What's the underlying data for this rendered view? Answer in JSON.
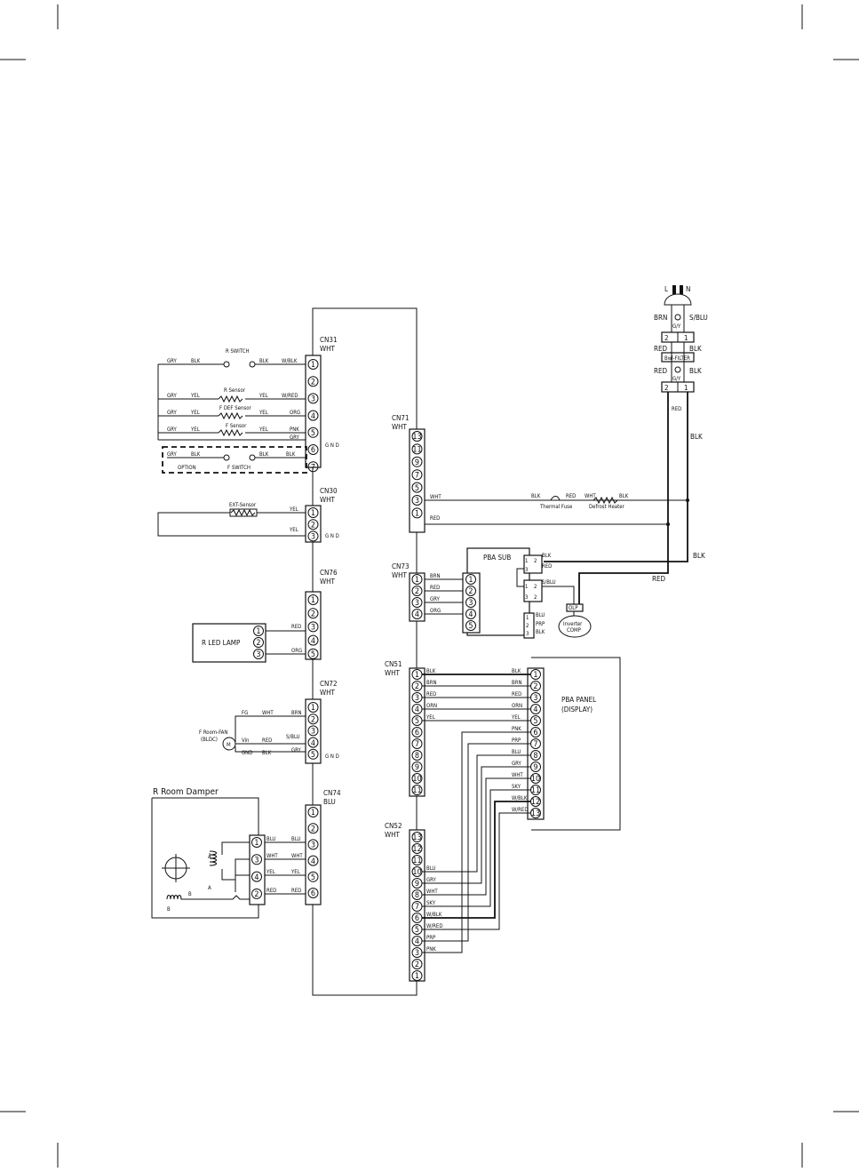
{
  "crop_mark_color": "#111111",
  "main_board": {
    "connectors": {
      "cn31": {
        "name": "CN31",
        "color": "WHT",
        "gnd": "G N D",
        "pins": [
          "1",
          "2",
          "3",
          "4",
          "5",
          "6",
          "7"
        ]
      },
      "cn30": {
        "name": "CN30",
        "color": "WHT",
        "gnd": "G N D",
        "pins": [
          "1",
          "2",
          "3"
        ]
      },
      "cn76": {
        "name": "CN76",
        "color": "WHT",
        "pins": [
          "1",
          "2",
          "3",
          "4",
          "5"
        ]
      },
      "cn72": {
        "name": "CN72",
        "color": "WHT",
        "gnd": "G N D",
        "pins": [
          "1",
          "2",
          "3",
          "4",
          "5"
        ]
      },
      "cn74": {
        "name": "CN74",
        "color": "BLU",
        "pins": [
          "1",
          "2",
          "3",
          "4",
          "5",
          "6"
        ]
      },
      "cn71": {
        "name": "CN71",
        "color": "WHT",
        "pins": [
          "13",
          "11",
          "9",
          "7",
          "5",
          "3",
          "1"
        ]
      },
      "cn73": {
        "name": "CN73",
        "color": "WHT",
        "pins": [
          "1",
          "2",
          "3",
          "4"
        ]
      },
      "cn51": {
        "name": "CN51",
        "color": "WHT",
        "pins": [
          "1",
          "2",
          "3",
          "4",
          "5",
          "6",
          "7",
          "8",
          "9",
          "10",
          "11"
        ]
      },
      "cn52": {
        "name": "CN52",
        "color": "WHT",
        "pins": [
          "13",
          "12",
          "11",
          "10",
          "9",
          "8",
          "7",
          "6",
          "5",
          "4",
          "3",
          "2",
          "1"
        ]
      }
    }
  },
  "cn31_wiring": {
    "r_switch": "R SWITCH",
    "f_switch": "F SWITCH",
    "option": "OPTION",
    "sensors": [
      "R Sensor",
      "F DEF Sensor",
      "F Sensor"
    ],
    "row1": [
      "GRY",
      "BLK",
      "BLK",
      "W/BLK"
    ],
    "row3": [
      "GRY",
      "YEL",
      "YEL",
      "W/RED"
    ],
    "row4": [
      "GRY",
      "YEL",
      "YEL",
      "ORG"
    ],
    "row5": [
      "GRY",
      "YEL",
      "YEL",
      "PNK"
    ],
    "row6": [
      "GRY"
    ],
    "row7": [
      "GRY",
      "BLK",
      "BLK",
      "BLK"
    ]
  },
  "cn30_wiring": {
    "sensor": "EXT-Sensor",
    "w1": "YEL",
    "w3": "YEL"
  },
  "led": {
    "title": "R LED LAMP",
    "pins": [
      "1",
      "2",
      "3"
    ],
    "w3": "RED",
    "w5": "ORG"
  },
  "fan": {
    "title1": "F Room-FAN",
    "title2": "(BLDC)",
    "motor": "M",
    "fg": "FG",
    "vin": "Vin",
    "gnd": "GND",
    "w1a": "WHT",
    "w1b": "BRN",
    "w4a": "RED",
    "w4b": "S/BLU",
    "w5a": "BLK",
    "w5b": "GRY"
  },
  "damper": {
    "title": "R Room Damper",
    "pins": [
      "1",
      "3",
      "4",
      "2"
    ],
    "wa": [
      "BLU",
      "WHT",
      "YEL",
      "RED"
    ],
    "wb": [
      "BLU",
      "WHT",
      "YEL",
      "RED"
    ],
    "coil_a_bar": "Ā",
    "coil_a": "A",
    "coil_b": "B",
    "coil_b2": "B"
  },
  "cn71_wiring": {
    "w3": "WHT",
    "w1": "RED",
    "fuse_blk": "BLK",
    "fuse_red": "RED",
    "heater_wht": "WHT",
    "heater_blk": "BLK",
    "thermal_fuse": "Thermal Fuse",
    "defrost_heater": "Defrost Heater",
    "red_long": "RED",
    "blk_long": "BLK"
  },
  "power": {
    "l": "L",
    "n": "N",
    "brn": "BRN",
    "sblu": "S/BLU",
    "gy": "G/Y",
    "gy2": "G/Y",
    "block1": [
      "2",
      "1"
    ],
    "block2": [
      "2",
      "1"
    ],
    "red1": "RED",
    "blk1": "BLK",
    "red2": "RED",
    "blk2": "BLK",
    "filter": "Bwl-FILTER"
  },
  "pba_sub": {
    "title": "PBA SUB",
    "pins": [
      "1",
      "2",
      "3",
      "4",
      "5"
    ],
    "wires": [
      "BRN",
      "RED",
      "GRY",
      "ORG"
    ],
    "out_blk": "BLK",
    "out_red": "RED",
    "out_sblu": "S/BLU",
    "p1": [
      "1",
      "2"
    ],
    "p2": [
      "3"
    ],
    "p3": [
      "1",
      "2"
    ],
    "p4": [
      "3",
      "2"
    ],
    "comp_wires": [
      "BLU",
      "PRP",
      "BLK"
    ],
    "comp_pins": [
      "1",
      "2",
      "3"
    ],
    "olp": "OLP",
    "comp1": "Inverter",
    "comp2": "COMP"
  },
  "pba_panel": {
    "title1": "PBA PANEL",
    "title2": "(DISPLAY)",
    "pins": [
      "1",
      "2",
      "3",
      "4",
      "5",
      "6",
      "7",
      "8",
      "9",
      "10",
      "11",
      "12",
      "13"
    ],
    "labels": [
      "BLK",
      "BRN",
      "RED",
      "ORN",
      "YEL",
      "PNK",
      "PRP",
      "BLU",
      "GRY",
      "WHT",
      "SKY",
      "W/BLK",
      "W/RED"
    ]
  },
  "cn51_wires": [
    "BLK",
    "BRN",
    "RED",
    "ORN",
    "YEL"
  ],
  "cn52_wires": [
    "BLU",
    "GRY",
    "WHT",
    "SKY",
    "W/BLK",
    "W/RED",
    "PRP",
    "PNK"
  ]
}
